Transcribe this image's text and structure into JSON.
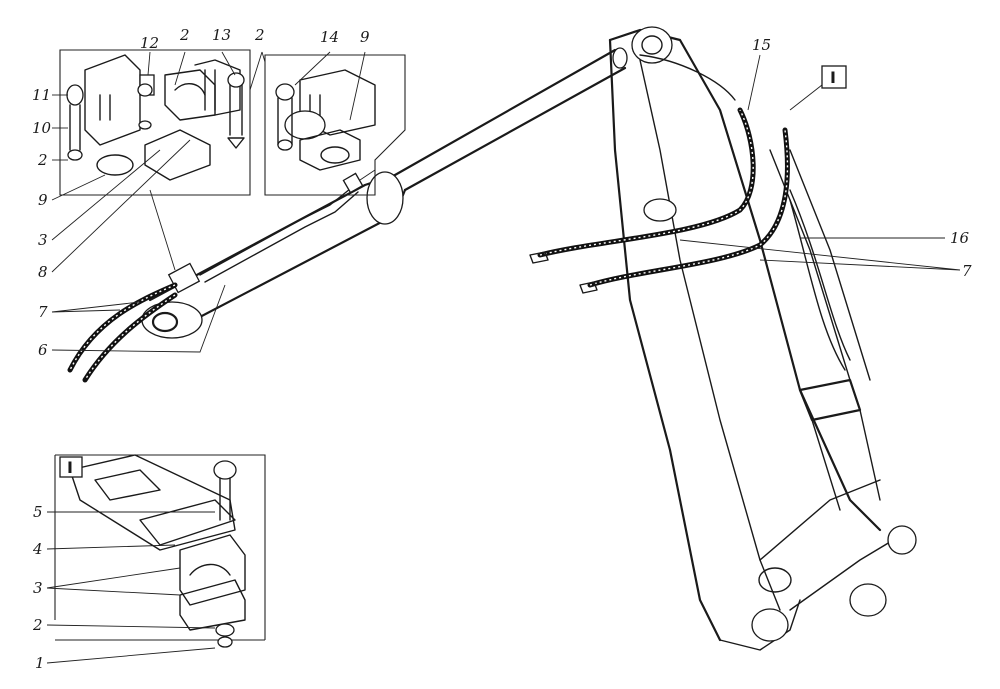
{
  "callouts": {
    "c1": "1",
    "c2_a": "2",
    "c2_b": "2",
    "c2_c": "2",
    "c2_d": "2",
    "c3_a": "3",
    "c3_b": "3",
    "c4": "4",
    "c5": "5",
    "c6": "6",
    "c7_a": "7",
    "c7_b": "7",
    "c8": "8",
    "c9_a": "9",
    "c9_b": "9",
    "c10": "10",
    "c11": "11",
    "c12": "12",
    "c13": "13",
    "c14": "14",
    "c15": "15",
    "c16": "16"
  },
  "view_marks": {
    "top": "I",
    "bottom": "I"
  }
}
